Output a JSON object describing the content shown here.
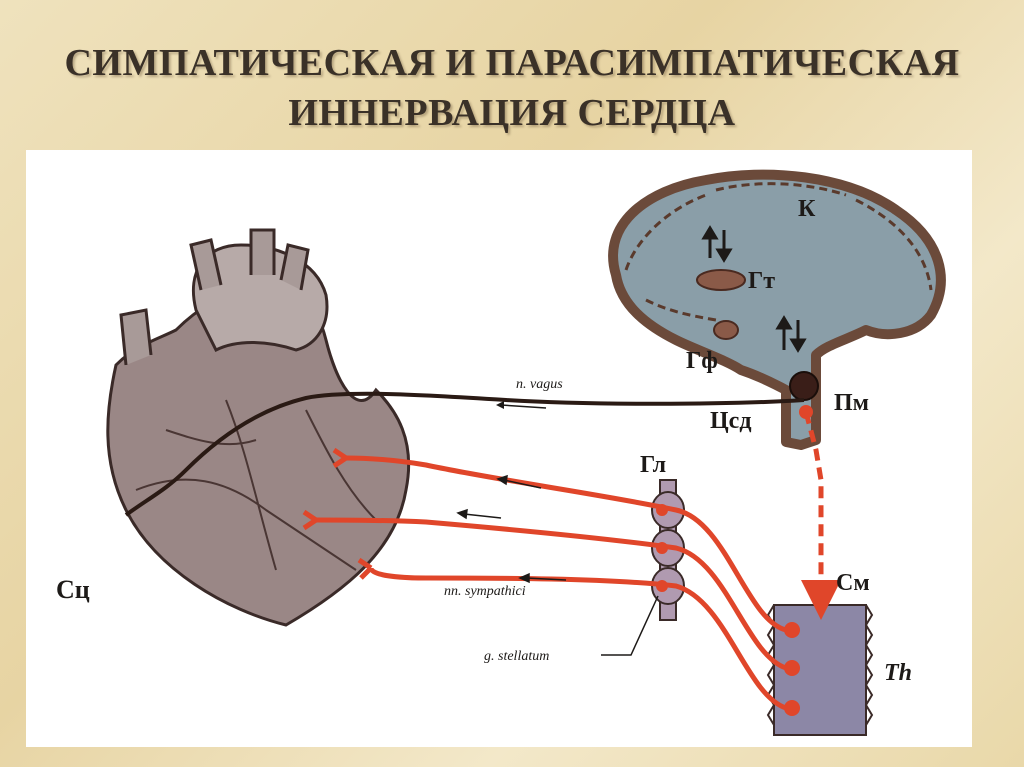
{
  "title": {
    "line1": "СИМПАТИЧЕСКАЯ И ПАРАСИМПАТИЧЕСКАЯ",
    "line2": "ИННЕРВАЦИЯ СЕРДЦА"
  },
  "labels": {
    "cortex": "К",
    "hypothalamus": "Гт",
    "pituitary": "Гф",
    "medulla": "Пм",
    "cardio_center": "Цсд",
    "ganglia": "Гл",
    "spinal_cord": "См",
    "thoracic": "Th",
    "heart": "Сц",
    "vagus": "n. vagus",
    "sympathetic": "nn. sympathici",
    "stellate": "g. stellatum"
  },
  "colors": {
    "brain_fill": "#8a9ea8",
    "brain_edge": "#6b4a3a",
    "heart_fill": "#9a8786",
    "nerve_sympathetic": "#e0462a",
    "nerve_vagus": "#2a1a14",
    "spinal_fill": "#8c87a6",
    "ganglion_fill": "#b09ab0"
  }
}
